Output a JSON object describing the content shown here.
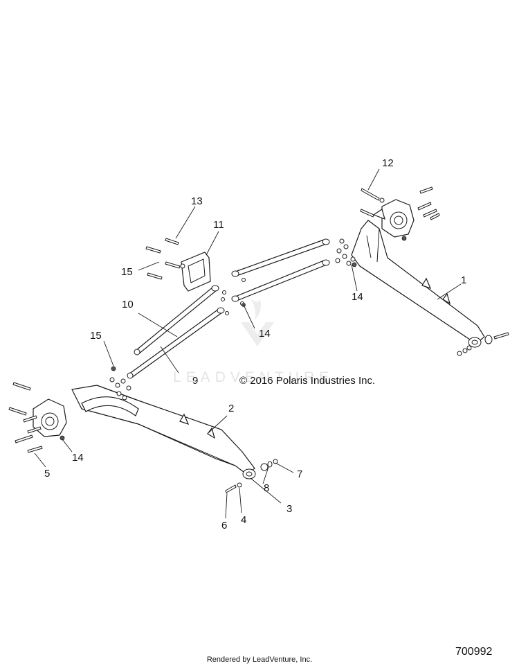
{
  "diagram": {
    "copyright": "© 2016 Polaris Industries Inc.",
    "watermark": "LEADVENTURE",
    "diagram_id": "700992",
    "rendered_by": "Rendered by LeadVenture, Inc.",
    "callouts": [
      {
        "id": "1",
        "label": "1"
      },
      {
        "id": "2",
        "label": "2"
      },
      {
        "id": "3",
        "label": "3"
      },
      {
        "id": "4",
        "label": "4"
      },
      {
        "id": "5",
        "label": "5"
      },
      {
        "id": "6",
        "label": "6"
      },
      {
        "id": "7",
        "label": "7"
      },
      {
        "id": "8",
        "label": "8"
      },
      {
        "id": "9",
        "label": "9"
      },
      {
        "id": "10",
        "label": "10"
      },
      {
        "id": "11",
        "label": "11"
      },
      {
        "id": "12",
        "label": "12"
      },
      {
        "id": "13",
        "label": "13"
      },
      {
        "id": "14a",
        "label": "14"
      },
      {
        "id": "14b",
        "label": "14"
      },
      {
        "id": "14c",
        "label": "14"
      },
      {
        "id": "15a",
        "label": "15"
      },
      {
        "id": "15b",
        "label": "15"
      }
    ]
  }
}
